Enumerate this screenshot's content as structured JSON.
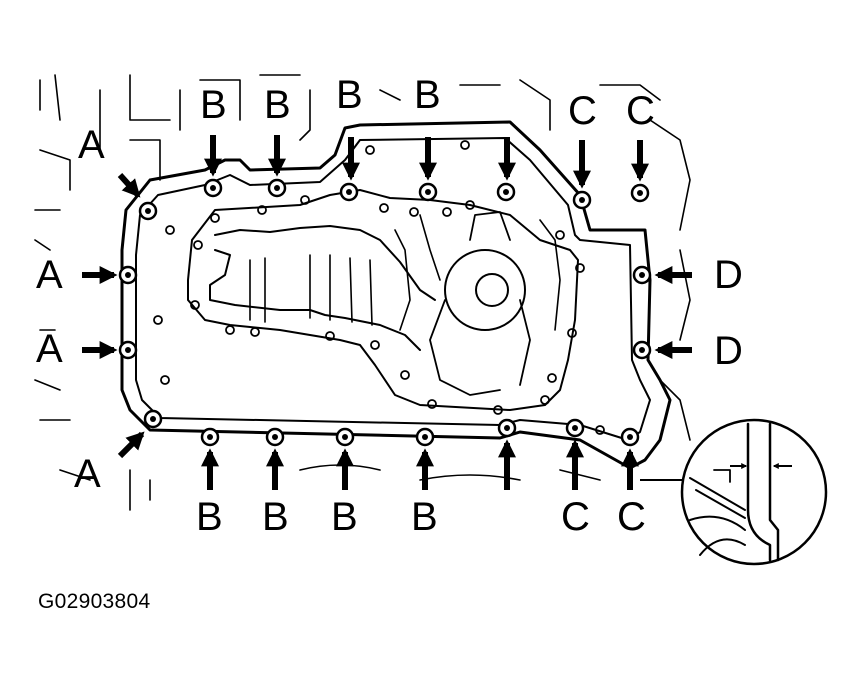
{
  "figure_code": "G02903804",
  "labels": {
    "A": "A",
    "B": "B",
    "C": "C",
    "D": "D"
  }
}
